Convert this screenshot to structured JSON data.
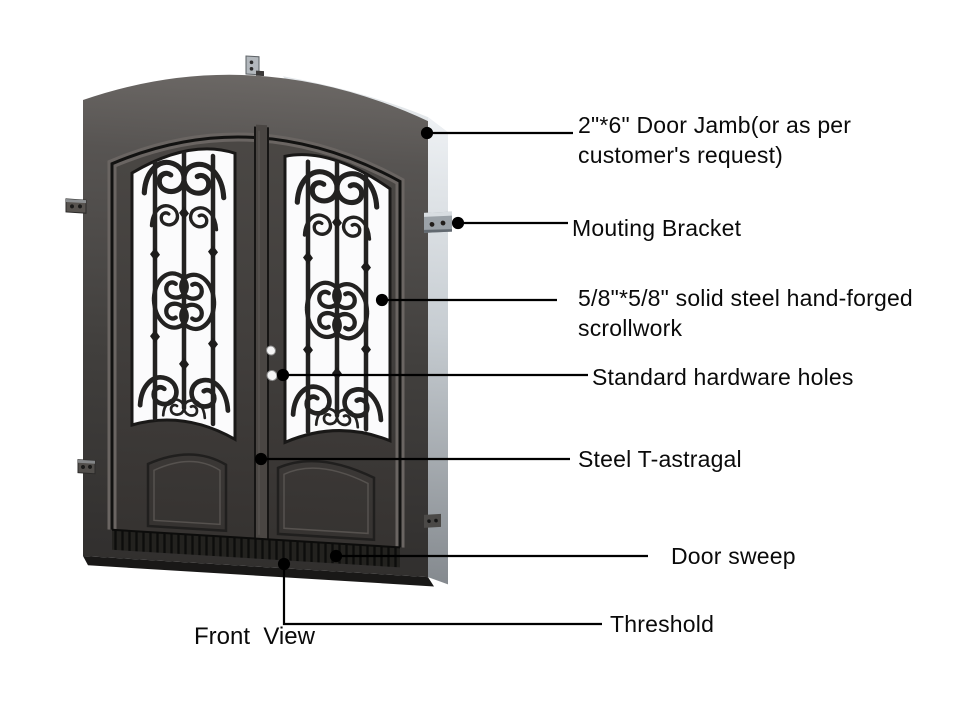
{
  "diagram": {
    "caption": "Front  View",
    "subject": "arched double iron entry door"
  },
  "callouts": [
    {
      "id": "door-jamb",
      "label": "2\"*6\" Door Jamb(or as per customer's request)"
    },
    {
      "id": "mounting-bracket",
      "label": "Mouting Bracket"
    },
    {
      "id": "scrollwork",
      "label": "5/8\"*5/8\" solid steel hand-forged scrollwork"
    },
    {
      "id": "hardware-holes",
      "label": "Standard hardware holes"
    },
    {
      "id": "astragal",
      "label": "Steel T-astragal"
    },
    {
      "id": "door-sweep",
      "label": "Door sweep"
    },
    {
      "id": "threshold",
      "label": "Threshold"
    }
  ],
  "colors": {
    "leader_line": "#000000",
    "iron_dark": "#232221",
    "frame_top": "#6f6b68",
    "frame_bottom": "#322f2e",
    "glass": "#fbfbfc",
    "jamb_side_light": "#e9edf0",
    "background": "#ffffff"
  }
}
